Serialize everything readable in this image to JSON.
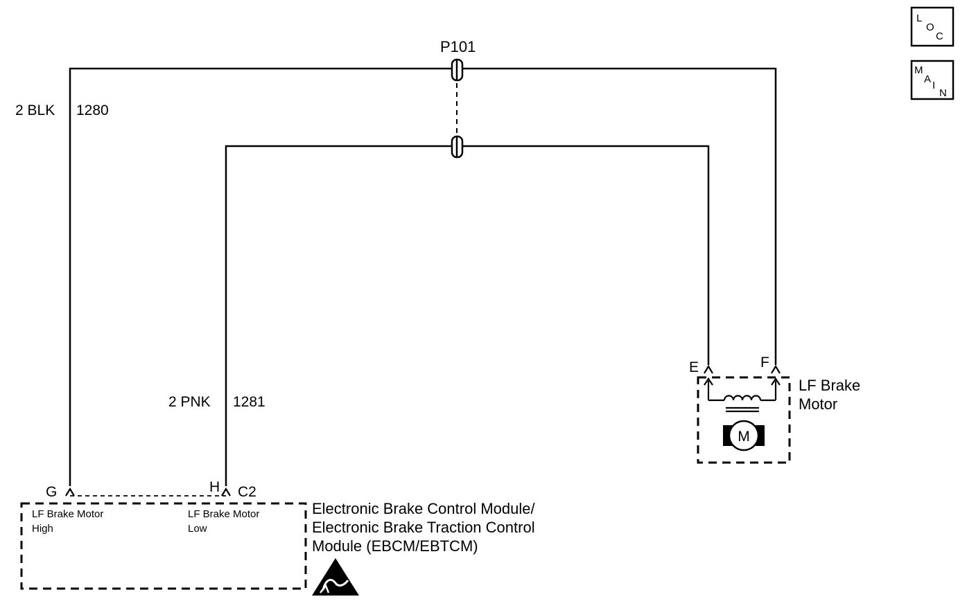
{
  "connector_p101": "P101",
  "wire_blk": {
    "gauge_color": "2 BLK",
    "circuit": "1280"
  },
  "wire_pnk": {
    "gauge_color": "2 PNK",
    "circuit": "1281"
  },
  "module": {
    "pin_g": "G",
    "pin_h": "H",
    "connector": "C2",
    "pin_g_label_1": "LF Brake Motor",
    "pin_g_label_2": "High",
    "pin_h_label_1": "LF Brake Motor",
    "pin_h_label_2": "Low",
    "name_line1": "Electronic Brake Control Module/",
    "name_line2": "Electronic Brake Traction Control",
    "name_line3": "Module (EBCM/EBTCM)"
  },
  "motor": {
    "pin_e": "E",
    "pin_f": "F",
    "name_line1": "LF Brake",
    "name_line2": "Motor",
    "symbol": "M"
  },
  "nav": {
    "loc": {
      "l": "L",
      "o": "O",
      "c": "C"
    },
    "main": {
      "m": "M",
      "a": "A",
      "i": "I",
      "n": "N"
    }
  }
}
